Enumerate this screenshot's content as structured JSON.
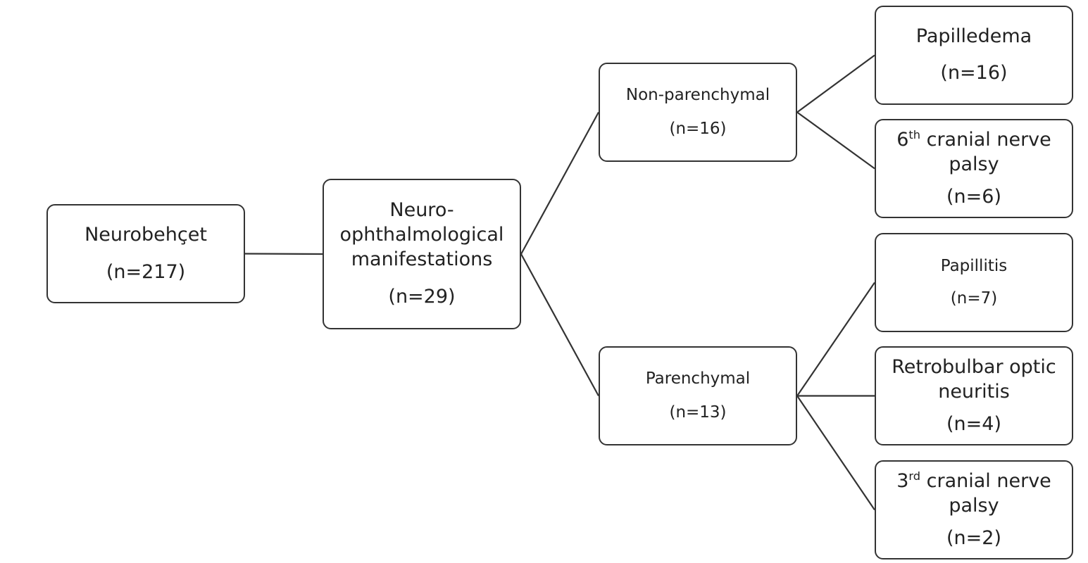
{
  "nodes": {
    "root": {
      "label": "Neurobehçet",
      "count": "(n=217)"
    },
    "neuro": {
      "label_lines": [
        "Neuro-",
        "ophthalmological",
        "manifestations"
      ],
      "count": "(n=29)"
    },
    "non_parenchymal": {
      "label": "Non-parenchymal",
      "count": "(n=16)"
    },
    "parenchymal": {
      "label": "Parenchymal",
      "count": "(n=13)"
    },
    "papilledema": {
      "label": "Papilledema",
      "count": "(n=16)"
    },
    "sixth_nerve": {
      "num": "6",
      "sup": "th",
      "label_rest": " cranial nerve",
      "label_line2": "palsy",
      "count": "(n=6)"
    },
    "papillitis": {
      "label": "Papillitis",
      "count": "(n=7)"
    },
    "retrobulbar": {
      "label_lines": [
        "Retrobulbar optic",
        "neuritis"
      ],
      "count": "(n=4)"
    },
    "third_nerve": {
      "num": "3",
      "sup": "rd",
      "label_rest": " cranial nerve",
      "label_line2": "palsy",
      "count": "(n=2)"
    }
  },
  "edges": [
    [
      "root",
      "neuro"
    ],
    [
      "neuro",
      "non_parenchymal"
    ],
    [
      "neuro",
      "parenchymal"
    ],
    [
      "non_parenchymal",
      "papilledema"
    ],
    [
      "non_parenchymal",
      "sixth_nerve"
    ],
    [
      "parenchymal",
      "papillitis"
    ],
    [
      "parenchymal",
      "retrobulbar"
    ],
    [
      "parenchymal",
      "third_nerve"
    ]
  ],
  "colors": {
    "stroke": "#333333",
    "text": "#222222",
    "background": "#ffffff"
  }
}
